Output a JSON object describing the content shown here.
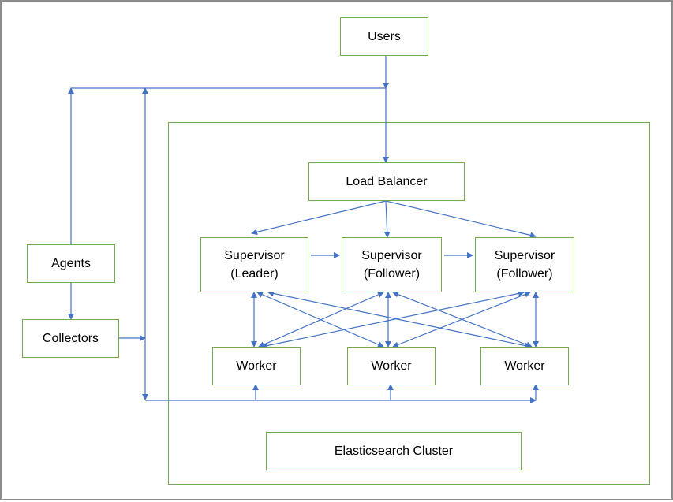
{
  "colors": {
    "box_border": "#70ad47",
    "arrow": "#4472c4",
    "frame": "#8c8c8c"
  },
  "nodes": {
    "users": "Users",
    "load_balancer": "Load Balancer",
    "supervisor_leader": "Supervisor\n(Leader)",
    "supervisor_follower_1": "Supervisor\n(Follower)",
    "supervisor_follower_2": "Supervisor\n(Follower)",
    "agents": "Agents",
    "collectors": "Collectors",
    "worker_1": "Worker",
    "worker_2": "Worker",
    "worker_3": "Worker",
    "elasticsearch_cluster": "Elasticsearch Cluster"
  }
}
